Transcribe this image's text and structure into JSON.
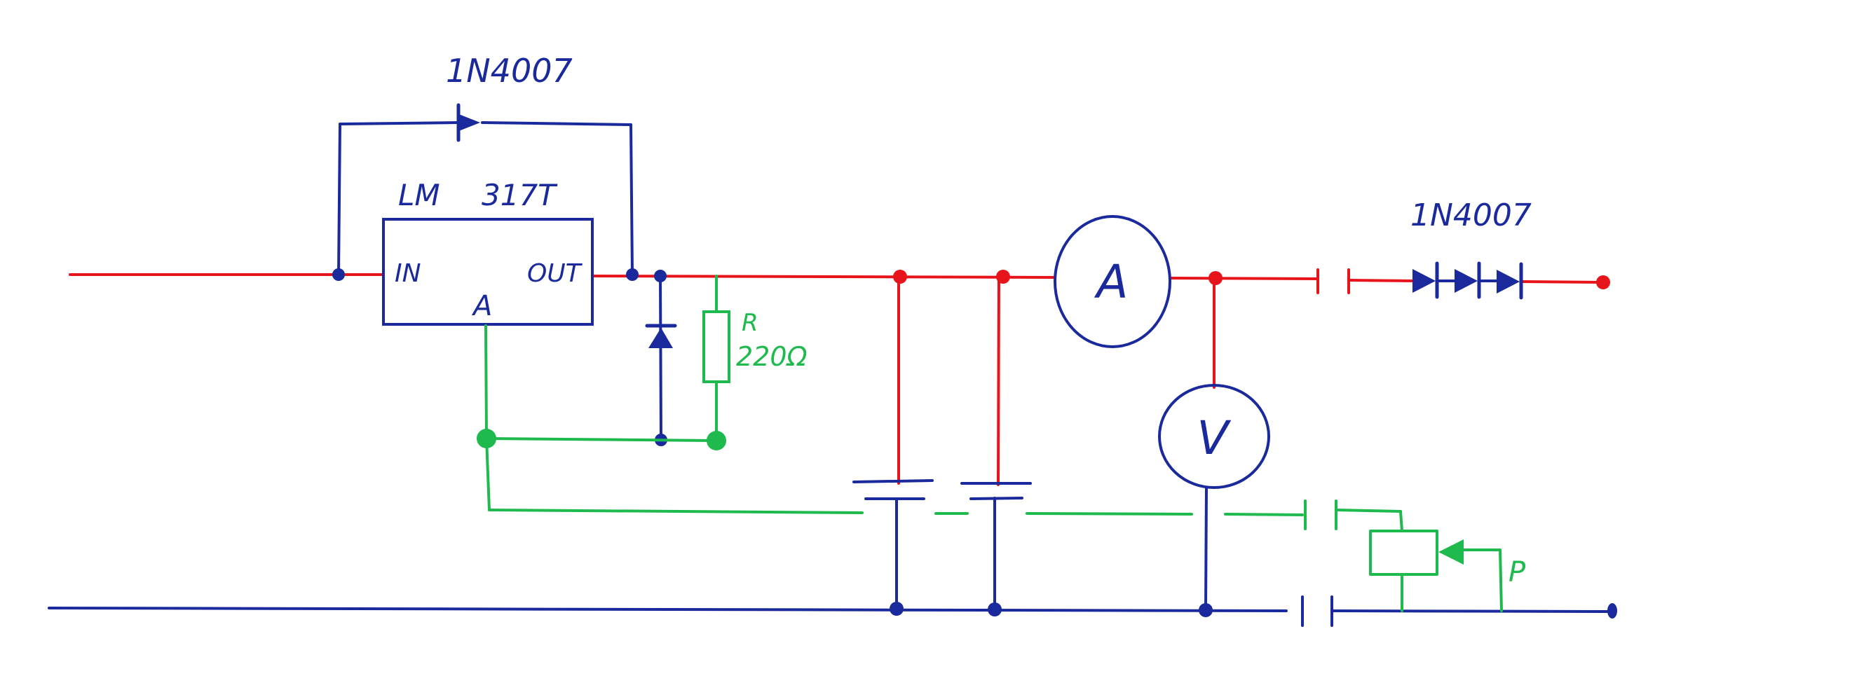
{
  "labels": {
    "diode_top": "1N4007",
    "regulator_name": "LM",
    "regulator_part": "317T",
    "pin_in": "IN",
    "pin_out": "OUT",
    "pin_adj": "A",
    "resistor_name": "R",
    "resistor_value": "220Ω",
    "ammeter": "A",
    "voltmeter": "V",
    "diode_string": "1N4007",
    "pot_name": "P"
  },
  "colors": {
    "positive_rail": "#e8141c",
    "ground_rail": "#1a2a9c",
    "adjust_net": "#1fba4e",
    "components": "#1a2a9c",
    "paper": "#ffffff"
  }
}
